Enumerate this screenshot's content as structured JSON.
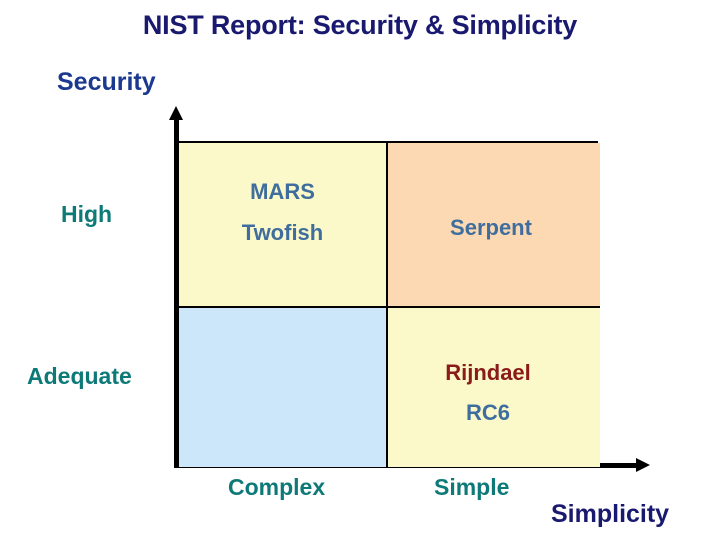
{
  "slide": {
    "title": "NIST Report: Security & Simplicity",
    "background_color": "#ffffff"
  },
  "axes": {
    "y_axis_caption": "Security",
    "x_axis_caption": "Simplicity",
    "y_ticks": [
      "High",
      "Adequate"
    ],
    "x_ticks": [
      "Complex",
      "Simple"
    ],
    "tick_color": "#0e7a78",
    "axis_color": "#000000",
    "y_caption_color": "#1b3a8f",
    "x_caption_color": "#191970"
  },
  "matrix": {
    "quadrants": [
      {
        "id": "high-complex",
        "security": "High",
        "simplicity": "Complex",
        "fill": "#fbf8c9",
        "entries": [
          {
            "name": "MARS",
            "color": "#3f6e9e"
          },
          {
            "name": "Twofish",
            "color": "#3f6e9e"
          }
        ]
      },
      {
        "id": "high-simple",
        "security": "High",
        "simplicity": "Simple",
        "fill": "#fcd9b2",
        "entries": [
          {
            "name": "Serpent",
            "color": "#3f6e9e"
          }
        ]
      },
      {
        "id": "adequate-complex",
        "security": "Adequate",
        "simplicity": "Complex",
        "fill": "#cde7fa",
        "entries": []
      },
      {
        "id": "adequate-simple",
        "security": "Adequate",
        "simplicity": "Simple",
        "fill": "#fbf8c9",
        "entries": [
          {
            "name": "Rijndael",
            "color": "#8b1a1a"
          },
          {
            "name": "RC6",
            "color": "#3f6e9e"
          }
        ]
      }
    ]
  }
}
